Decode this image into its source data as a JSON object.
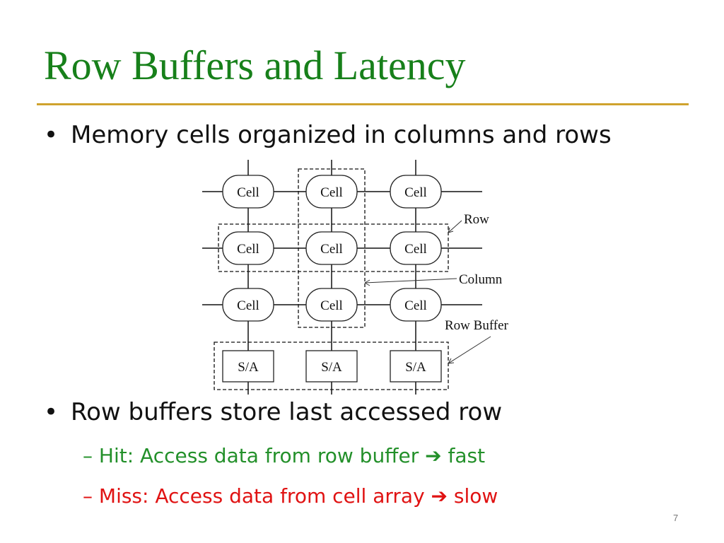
{
  "slide": {
    "title": "Row Buffers and Latency",
    "page_number": "7"
  },
  "bullets": [
    {
      "marker": "•",
      "text": "Memory cells organized in columns and rows"
    },
    {
      "marker": "•",
      "text": "Row buffers store last accessed row",
      "subpoints": [
        {
          "dash": "–",
          "text": "Hit: Access data from row buffer",
          "arrow": "➔",
          "result": "fast",
          "color": "#23902a"
        },
        {
          "dash": "–",
          "text": "Miss: Access data from cell array",
          "arrow": "➔",
          "result": "slow",
          "color": "#e01212"
        }
      ]
    }
  ],
  "diagram": {
    "cells": [
      [
        "Cell",
        "Cell",
        "Cell"
      ],
      [
        "Cell",
        "Cell",
        "Cell"
      ],
      [
        "Cell",
        "Cell",
        "Cell"
      ]
    ],
    "sense_amps": [
      "S/A",
      "S/A",
      "S/A"
    ],
    "callouts": {
      "row": "Row",
      "column": "Column",
      "row_buffer": "Row Buffer"
    }
  }
}
